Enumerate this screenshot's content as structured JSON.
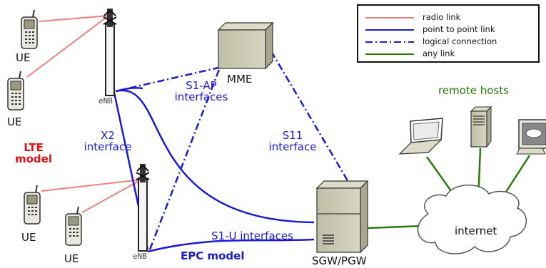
{
  "legend": {
    "items": [
      {
        "label": "radio link",
        "color": "#f08080",
        "style": "solid"
      },
      {
        "label": "point to point link",
        "color": "#1a1ad6",
        "style": "solid"
      },
      {
        "label": "logical connection",
        "color": "#1a1ad6",
        "style": "dash-dot"
      },
      {
        "label": "any link",
        "color": "#2a7a0a",
        "style": "solid"
      }
    ]
  },
  "nodes": {
    "ue_labels": [
      "UE",
      "UE",
      "UE",
      "UE"
    ],
    "enb_top": "eNB",
    "enb_bottom": "eNB",
    "mme": "MME",
    "sgw": "SGW/PGW",
    "internet": "internet",
    "remote_hosts": "remote hosts"
  },
  "interfaces": {
    "s1ap_line1": "S1-AP",
    "s1ap_line2": "interfaces",
    "x2_line1": "X2",
    "x2_line2": "interface",
    "s11_line1": "S11",
    "s11_line2": "interface",
    "s1u": "S1-U interfaces"
  },
  "models": {
    "lte_line1": "LTE",
    "lte_line2": "model",
    "epc": "EPC model"
  },
  "colors": {
    "radio": "#f08080",
    "p2p": "#1a1ad6",
    "any": "#2a7a0a",
    "lte_model": "#e01010",
    "remote_hosts": "#2a7a0a"
  },
  "icons": [
    "phone-icon",
    "antenna-tower-icon",
    "server-box-icon",
    "tower-server-icon",
    "laptop-icon",
    "desktop-tower-icon",
    "monitor-icon",
    "cloud-icon"
  ]
}
